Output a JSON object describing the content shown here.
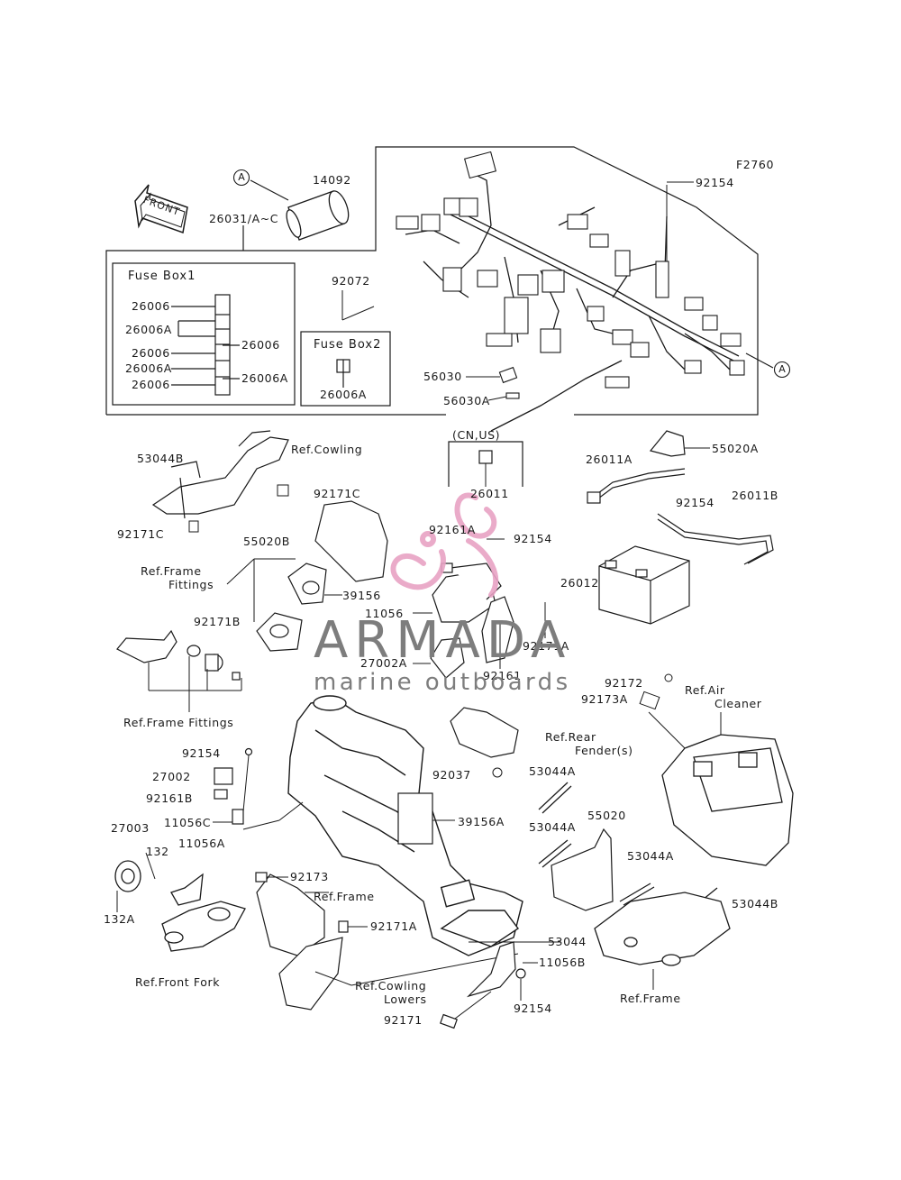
{
  "figure_code": "F2760",
  "front_arrow": "FRONT",
  "watermark": {
    "brand": "ARMADA",
    "tagline": "marine outboards",
    "brand_color": "#e8a2c4",
    "text_color": "#7d7d7d"
  },
  "fuse_box_1": {
    "title": "Fuse Box1",
    "left_labels": [
      "26006",
      "26006A",
      "26006",
      "26006A",
      "26006"
    ],
    "right_labels": [
      "26006",
      "26006A"
    ]
  },
  "fuse_box_2": {
    "title": "Fuse Box2",
    "label": "26006A"
  },
  "region_note": "(CN,US)",
  "callout_a": "A",
  "parts": {
    "p14092": "14092",
    "p26031": "26031/A~C",
    "p92072": "92072",
    "p92154_top": "92154",
    "p56030": "56030",
    "p56030A": "56030A",
    "p26011": "26011",
    "p55020A": "55020A",
    "p26011A": "26011A",
    "p92154_bat": "92154",
    "p26011B": "26011B",
    "p26012": "26012",
    "p53044B_l": "53044B",
    "p92171C_1": "92171C",
    "p92171C_2": "92171C",
    "p55020B": "55020B",
    "p39156": "39156",
    "p92161A": "92161A",
    "p92154_mid": "92154",
    "p11056": "11056",
    "p92171A_1": "92171A",
    "p27002A": "27002A",
    "p92161": "92161",
    "p92171B": "92171B",
    "p92172": "92172",
    "p92173A": "92173A",
    "p92154_l": "92154",
    "p27002": "27002",
    "p92161B": "92161B",
    "p11056C": "11056C",
    "p92037": "92037",
    "p53044A_1": "53044A",
    "p39156A": "39156A",
    "p53044A_2": "53044A",
    "p55020": "55020",
    "p27003": "27003",
    "p132": "132",
    "p11056A": "11056A",
    "p132A": "132A",
    "p92173": "92173",
    "p53044A_3": "53044A",
    "p53044B_r": "53044B",
    "p92171A_2": "92171A",
    "p53044": "53044",
    "p11056B": "11056B",
    "p92154_b": "92154",
    "p92171": "92171"
  },
  "refs": {
    "cowling": "Ref.Cowling",
    "frame_fittings_1": "Ref.Frame",
    "frame_fittings_1b": "Fittings",
    "frame_fittings_2": "Ref.Frame Fittings",
    "air_cleaner_1": "Ref.Air",
    "air_cleaner_2": "Cleaner",
    "rear_fender_1": "Ref.Rear",
    "rear_fender_2": "Fender(s)",
    "frame_mid": "Ref.Frame",
    "front_fork": "Ref.Front Fork",
    "cowling_lowers_1": "Ref.Cowling",
    "cowling_lowers_2": "Lowers",
    "frame_right": "Ref.Frame"
  }
}
